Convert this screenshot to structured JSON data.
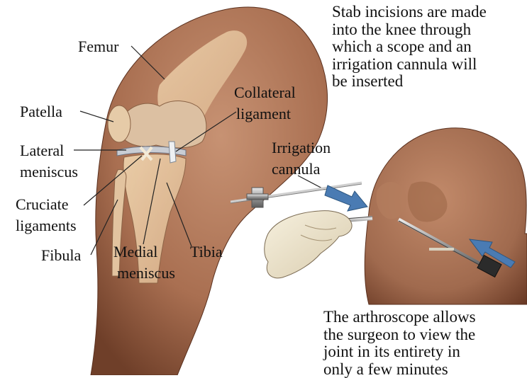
{
  "labels": {
    "femur": "Femur",
    "patella": "Patella",
    "lateral_meniscus": [
      "Lateral",
      "meniscus"
    ],
    "cruciate_ligaments": [
      "Cruciate",
      "ligaments"
    ],
    "fibula": "Fibula",
    "medial_meniscus": [
      "Medial",
      "meniscus"
    ],
    "tibia": "Tibia",
    "collateral_ligament": [
      "Collateral",
      "ligament"
    ],
    "irrigation_cannula": [
      "Irrigation",
      "cannula"
    ]
  },
  "captions": {
    "top": [
      "Stab incisions are made",
      "into the knee through",
      "which a scope and an",
      "irrigation cannula will",
      "be inserted"
    ],
    "bottom": [
      "The arthroscope allows",
      "the surgeon to view the",
      "joint in its entirety in",
      "only a few minutes"
    ]
  },
  "icons": {
    "left_knee": "knee-anatomy-illustration",
    "right_knee": "flexed-knee-illustration",
    "hand": "hand-holding-scope-illustration",
    "arrows": "direction-arrow"
  },
  "colors": {
    "skin": "#b47c5c",
    "skin_shadow": "#7e4c33",
    "bone": "#e8c7a0",
    "arrow": "#4a7bb3",
    "text": "#111111"
  }
}
